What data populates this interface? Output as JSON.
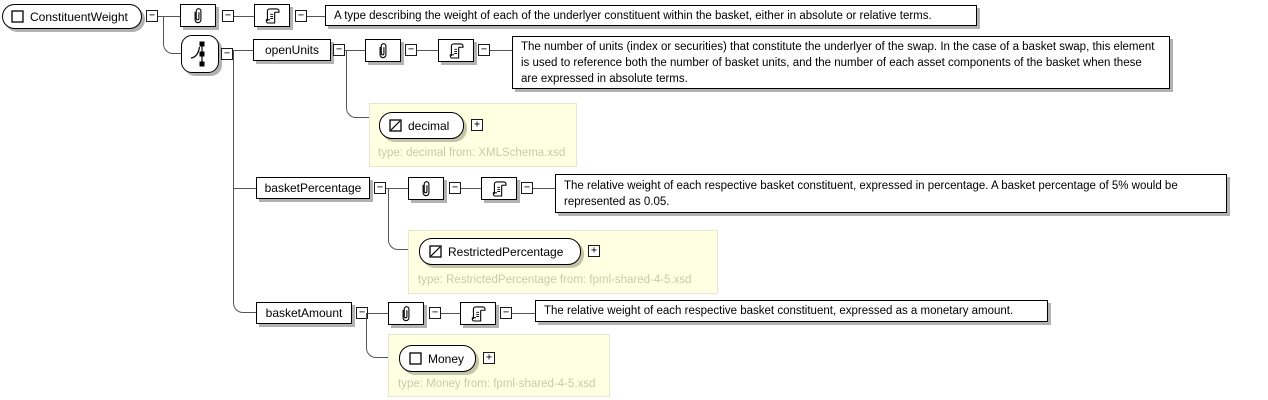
{
  "icons": {
    "collapse": "−",
    "expand": "+"
  },
  "root": {
    "label": "ConstituentWeight",
    "doc": "A type describing the weight of each of the underlyer constituent within the basket, either in absolute or relative terms."
  },
  "elements": [
    {
      "name": "openUnits",
      "doc": "The number of units (index or securities) that constitute the underlyer of the swap. In the case of a basket swap, this element is used to reference both the number of basket units, and the number of each asset components of the basket when these are expressed in absolute terms.",
      "type": {
        "label": "decimal",
        "caption": "type: decimal from: XMLSchema.xsd"
      }
    },
    {
      "name": "basketPercentage",
      "doc": "The relative weight of each respective basket constituent, expressed in percentage. A basket percentage of 5% would be represented as 0.05.",
      "type": {
        "label": "RestrictedPercentage",
        "caption": "type: RestrictedPercentage from: fpml-shared-4-5.xsd"
      }
    },
    {
      "name": "basketAmount",
      "doc": "The relative weight of each respective basket constituent, expressed as a monetary amount.",
      "type": {
        "label": "Money",
        "caption": "type: Money from: fpml-shared-4-5.xsd"
      }
    }
  ],
  "colors": {
    "type_box_bg": "#ffffe1",
    "type_caption": "#c9c9ae",
    "shadow": "#b2b2b2",
    "line": "#555555"
  }
}
